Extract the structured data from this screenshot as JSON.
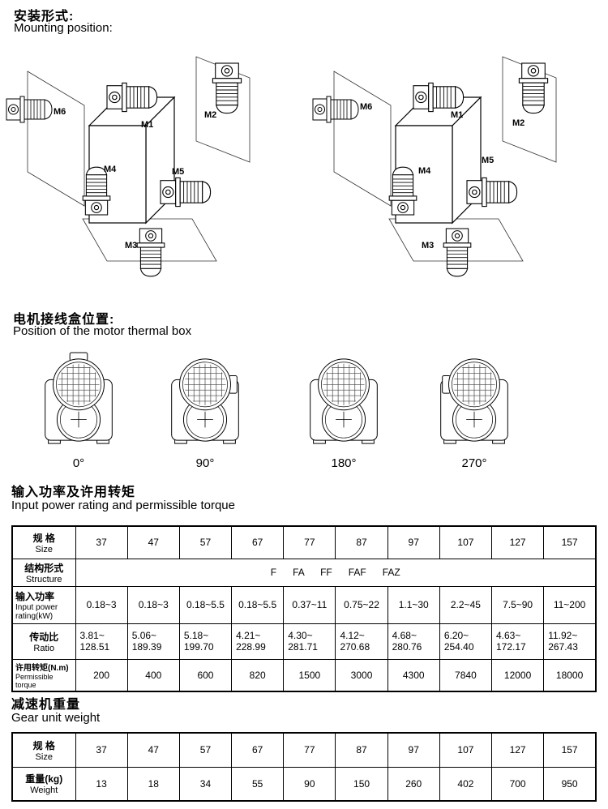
{
  "mounting": {
    "title_zh": "安装形式:",
    "title_en": "Mounting position:",
    "labels": [
      "M6",
      "M1",
      "M2",
      "M4",
      "M5",
      "M3"
    ]
  },
  "terminal": {
    "title_zh": "电机接线盒位置:",
    "title_en": "Position of the motor thermal box",
    "angles": [
      "0°",
      "90°",
      "180°",
      "270°"
    ]
  },
  "power": {
    "title_zh": "输入功率及许用转矩",
    "title_en": "Input power rating and permissible torque",
    "h_size_zh": "规  格",
    "h_size_en": "Size",
    "h_struct_zh": "结构形式",
    "h_struct_en": "Structure",
    "h_input_zh": "输入功率",
    "h_input_en1": "Input power",
    "h_input_en2": "rating(kW)",
    "h_ratio_zh": "传动比",
    "h_ratio_en": "Ratio",
    "h_torque_zh": "许用转矩(N.m)",
    "h_torque_en": "Permissible torque",
    "sizes": [
      "37",
      "47",
      "57",
      "67",
      "77",
      "87",
      "97",
      "107",
      "127",
      "157"
    ],
    "structure": "F      FA      FF      FAF      FAZ",
    "input": [
      "0.18~3",
      "0.18~3",
      "0.18~5.5",
      "0.18~5.5",
      "0.37~11",
      "0.75~22",
      "1.1~30",
      "2.2~45",
      "7.5~90",
      "11~200"
    ],
    "ratio1": [
      "3.81~",
      "5.06~",
      "5.18~",
      "4.21~",
      "4.30~",
      "4.12~",
      "4.68~",
      "6.20~",
      "4.63~",
      "11.92~"
    ],
    "ratio2": [
      "128.51",
      "189.39",
      "199.70",
      "228.99",
      "281.71",
      "270.68",
      "280.76",
      "254.40",
      "172.17",
      "267.43"
    ],
    "torque": [
      "200",
      "400",
      "600",
      "820",
      "1500",
      "3000",
      "4300",
      "7840",
      "12000",
      "18000"
    ]
  },
  "weight": {
    "title_zh": "减速机重量",
    "title_en": "Gear unit weight",
    "h_size_zh": "规  格",
    "h_size_en": "Size",
    "h_weight_zh": "重量(kg)",
    "h_weight_en": "Weight",
    "sizes": [
      "37",
      "47",
      "57",
      "67",
      "77",
      "87",
      "97",
      "107",
      "127",
      "157"
    ],
    "weights": [
      "13",
      "18",
      "34",
      "55",
      "90",
      "150",
      "260",
      "402",
      "700",
      "950"
    ]
  }
}
